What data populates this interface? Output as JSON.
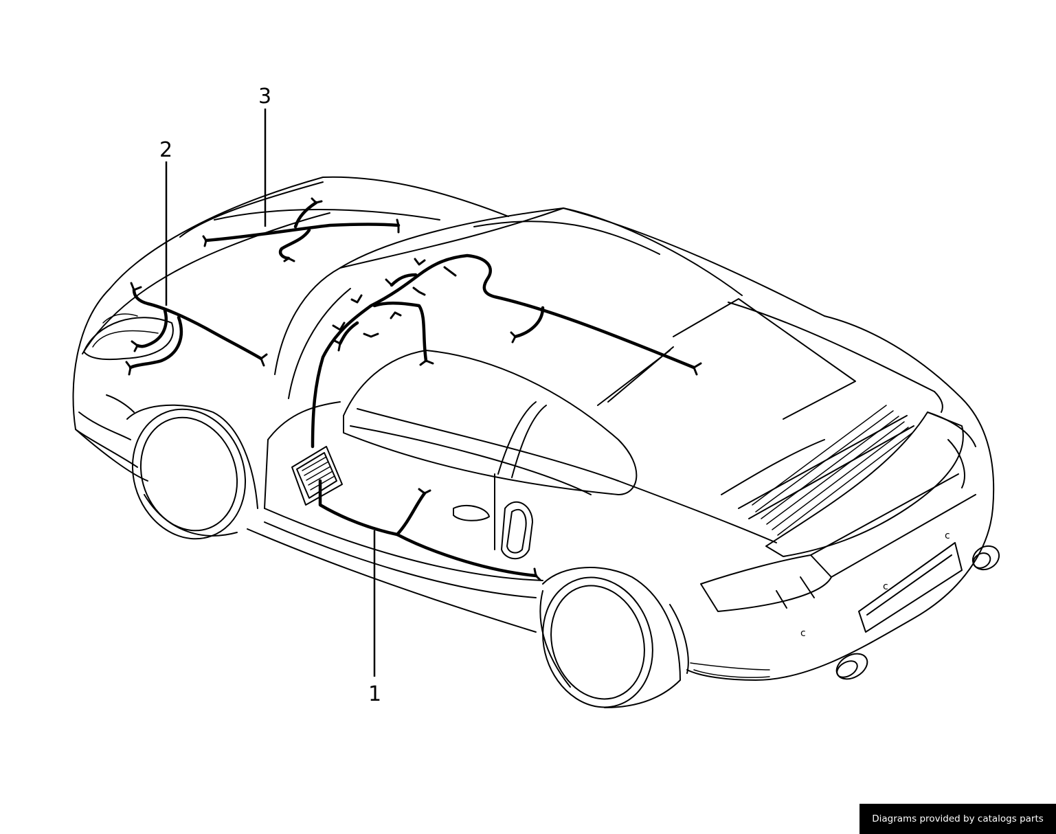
{
  "callouts": [
    {
      "id": "1",
      "label": "1"
    },
    {
      "id": "2",
      "label": "2"
    },
    {
      "id": "3",
      "label": "3"
    }
  ],
  "credit": "Diagrams provided by catalogs parts"
}
